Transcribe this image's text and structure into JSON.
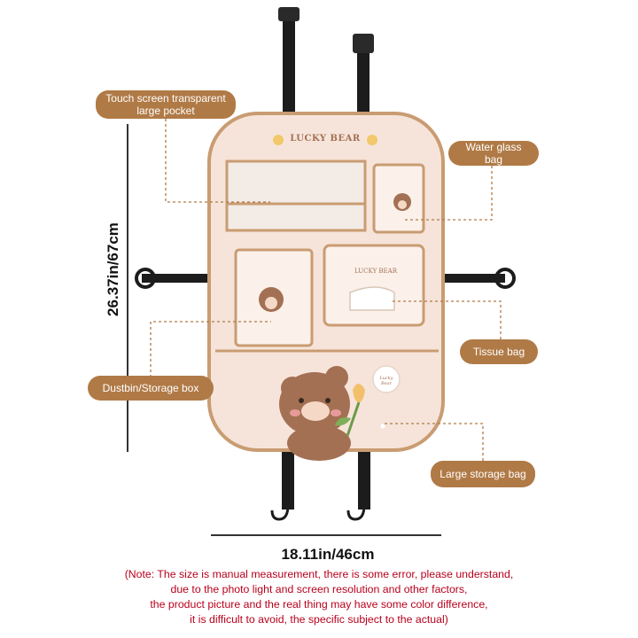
{
  "labels": {
    "touch_pocket": "Touch screen transparent large pocket",
    "water_bag": "Water glass bag",
    "dustbin": "Dustbin/Storage box",
    "tissue": "Tissue bag",
    "large_bag": "Large storage bag"
  },
  "brand": {
    "top": "LUCKY BEAR",
    "tissue_print": "LUCKY BEAR",
    "script_tag": "Lucky Bear"
  },
  "dimensions": {
    "height": "26.37in/67cm",
    "width": "18.11in/46cm"
  },
  "note": {
    "lines": [
      "(Note: The size is manual measurement, there is some error, please understand,",
      "due to the photo light and screen resolution and other factors,",
      "the product picture and the real thing may have some color difference,",
      "it is difficult to avoid, the specific subject to the actual)"
    ]
  },
  "colors": {
    "accent": "#b07a46",
    "note": "#b8001c",
    "body": "#f6e4da"
  }
}
